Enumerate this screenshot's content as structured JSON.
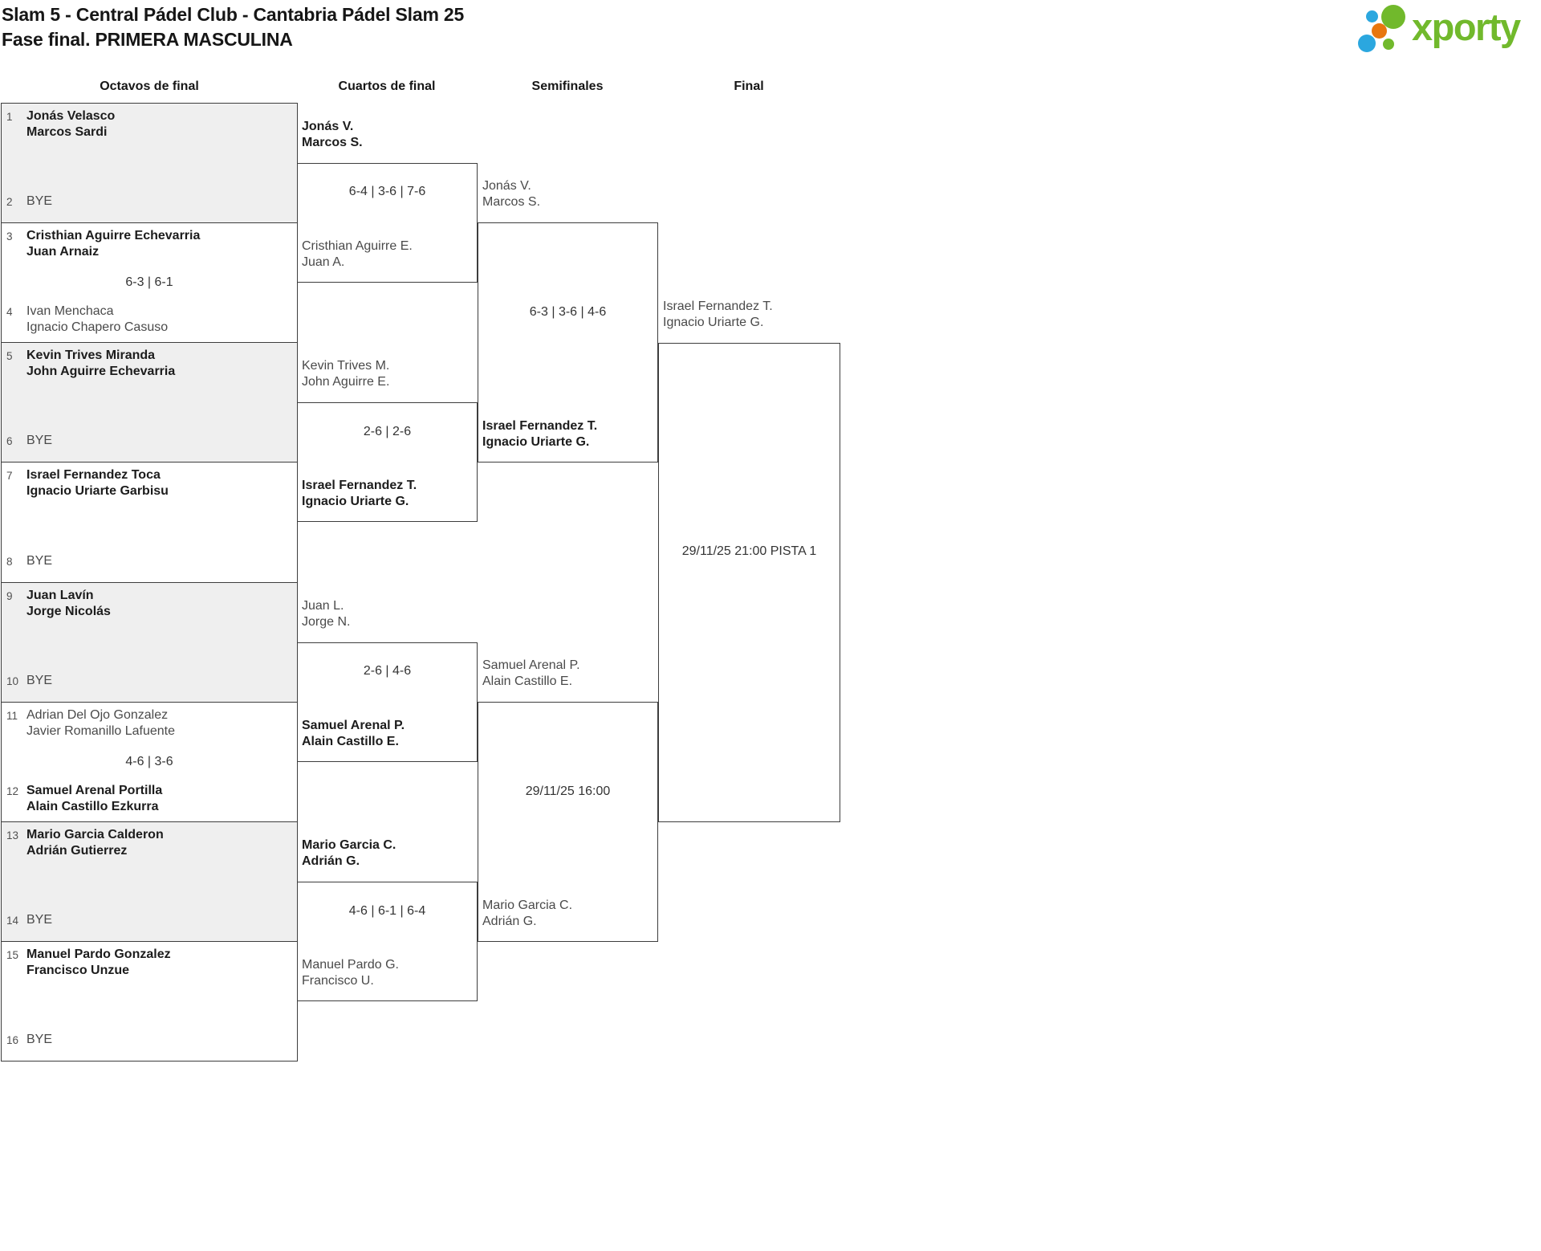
{
  "title": {
    "line1": "Slam 5 - Central Pádel Club - Cantabria Pádel Slam 25",
    "line2": "Fase final. PRIMERA MASCULINA"
  },
  "logo": {
    "text": "xporty"
  },
  "colors": {
    "logo_green": "#71b92c",
    "logo_blue": "#2ba7df",
    "logo_orange": "#e8760e",
    "box_fill_gray": "#efefef",
    "border": "#3d3d3d",
    "winner_text": "#1c1c1c",
    "regular_text": "#4a4a4a"
  },
  "columns": [
    {
      "label": "Octavos de final"
    },
    {
      "label": "Cuartos de final"
    },
    {
      "label": "Semifinales"
    },
    {
      "label": "Final"
    }
  ],
  "round16": [
    {
      "slot1": {
        "seed": "1",
        "name1": "Jonás Velasco",
        "name2": "Marcos Sardi",
        "winner": true
      },
      "slot2": {
        "seed": "2",
        "bye": "BYE"
      },
      "score": ""
    },
    {
      "slot1": {
        "seed": "3",
        "name1": "Cristhian Aguirre Echevarria",
        "name2": "Juan Arnaiz",
        "winner": true
      },
      "slot2": {
        "seed": "4",
        "name1": "Ivan Menchaca",
        "name2": "Ignacio Chapero Casuso",
        "winner": false
      },
      "score": "6-3 | 6-1"
    },
    {
      "slot1": {
        "seed": "5",
        "name1": "Kevin Trives Miranda",
        "name2": "John Aguirre Echevarria",
        "winner": true
      },
      "slot2": {
        "seed": "6",
        "bye": "BYE"
      },
      "score": ""
    },
    {
      "slot1": {
        "seed": "7",
        "name1": "Israel Fernandez Toca",
        "name2": "Ignacio Uriarte Garbisu",
        "winner": true
      },
      "slot2": {
        "seed": "8",
        "bye": "BYE"
      },
      "score": ""
    },
    {
      "slot1": {
        "seed": "9",
        "name1": "Juan Lavín",
        "name2": "Jorge Nicolás",
        "winner": true
      },
      "slot2": {
        "seed": "10",
        "bye": "BYE"
      },
      "score": ""
    },
    {
      "slot1": {
        "seed": "11",
        "name1": "Adrian Del Ojo Gonzalez",
        "name2": "Javier Romanillo Lafuente",
        "winner": false
      },
      "slot2": {
        "seed": "12",
        "name1": "Samuel Arenal Portilla",
        "name2": "Alain Castillo Ezkurra",
        "winner": true
      },
      "score": "4-6 | 3-6"
    },
    {
      "slot1": {
        "seed": "13",
        "name1": "Mario Garcia Calderon",
        "name2": "Adrián Gutierrez",
        "winner": true
      },
      "slot2": {
        "seed": "14",
        "bye": "BYE"
      },
      "score": ""
    },
    {
      "slot1": {
        "seed": "15",
        "name1": "Manuel Pardo Gonzalez",
        "name2": "Francisco Unzue",
        "winner": true
      },
      "slot2": {
        "seed": "16",
        "bye": "BYE"
      },
      "score": ""
    }
  ],
  "quarterfinals": [
    {
      "team1": {
        "name1": "Jonás V.",
        "name2": "Marcos S.",
        "winner": true
      },
      "team2": {
        "name1": "Cristhian Aguirre E.",
        "name2": "Juan A.",
        "winner": false
      },
      "score": "6-4 | 3-6 | 7-6"
    },
    {
      "team1": {
        "name1": "Kevin Trives M.",
        "name2": "John Aguirre E.",
        "winner": false
      },
      "team2": {
        "name1": "Israel Fernandez T.",
        "name2": "Ignacio Uriarte G.",
        "winner": true
      },
      "score": "2-6 | 2-6"
    },
    {
      "team1": {
        "name1": "Juan L.",
        "name2": "Jorge N.",
        "winner": false
      },
      "team2": {
        "name1": "Samuel Arenal P.",
        "name2": "Alain Castillo E.",
        "winner": true
      },
      "score": "2-6 | 4-6"
    },
    {
      "team1": {
        "name1": "Mario Garcia C.",
        "name2": "Adrián G.",
        "winner": true
      },
      "team2": {
        "name1": "Manuel Pardo G.",
        "name2": "Francisco U.",
        "winner": false
      },
      "score": "4-6 | 6-1 | 6-4"
    }
  ],
  "semifinals": [
    {
      "team1": {
        "name1": "Jonás V.",
        "name2": "Marcos S.",
        "winner": false
      },
      "team2": {
        "name1": "Israel Fernandez T.",
        "name2": "Ignacio Uriarte G.",
        "winner": true
      },
      "score": "6-3 | 3-6 | 4-6"
    },
    {
      "team1": {
        "name1": "Samuel Arenal P.",
        "name2": "Alain Castillo E.",
        "winner": false
      },
      "team2": {
        "name1": "Mario Garcia C.",
        "name2": "Adrián G.",
        "winner": false
      },
      "schedule": "29/11/25 16:00"
    }
  ],
  "final": {
    "team1": {
      "name1": "Israel Fernandez T.",
      "name2": "Ignacio Uriarte G."
    },
    "schedule": "29/11/25 21:00 PISTA 1"
  }
}
